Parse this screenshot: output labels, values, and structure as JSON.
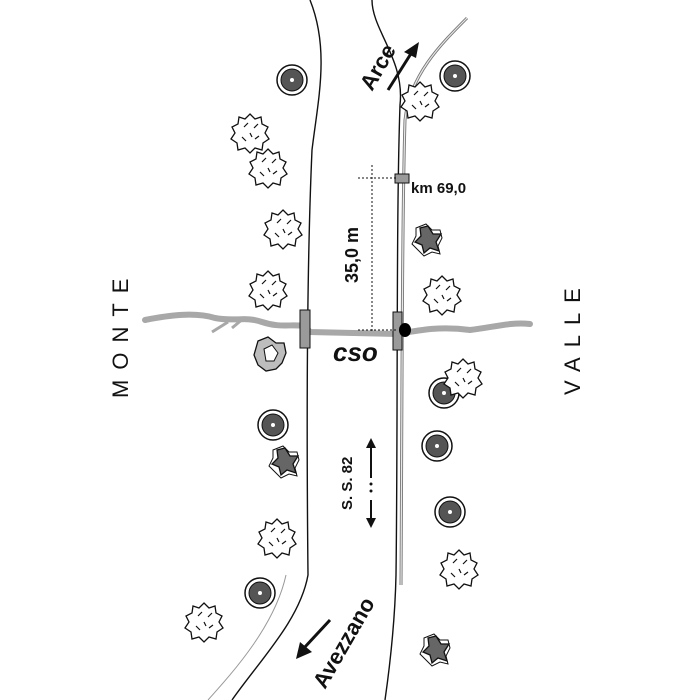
{
  "labels": {
    "north_direction": "Arce",
    "south_direction": "Avezzano",
    "left_side": "MONTE",
    "right_side": "VALLE",
    "road_name": "S. S. 82",
    "kilometre": "km 69,0",
    "distance": "35,0 m",
    "site": "cso"
  },
  "colors": {
    "ink": "#111111",
    "stream": "#a8a8a8",
    "structure": "#9a9a9a",
    "tree_dark": "#555555"
  },
  "icons": {
    "tree_deciduous": "tree-icon",
    "tree_round": "round-tree-icon",
    "outlet": "outlet-marker-icon"
  }
}
